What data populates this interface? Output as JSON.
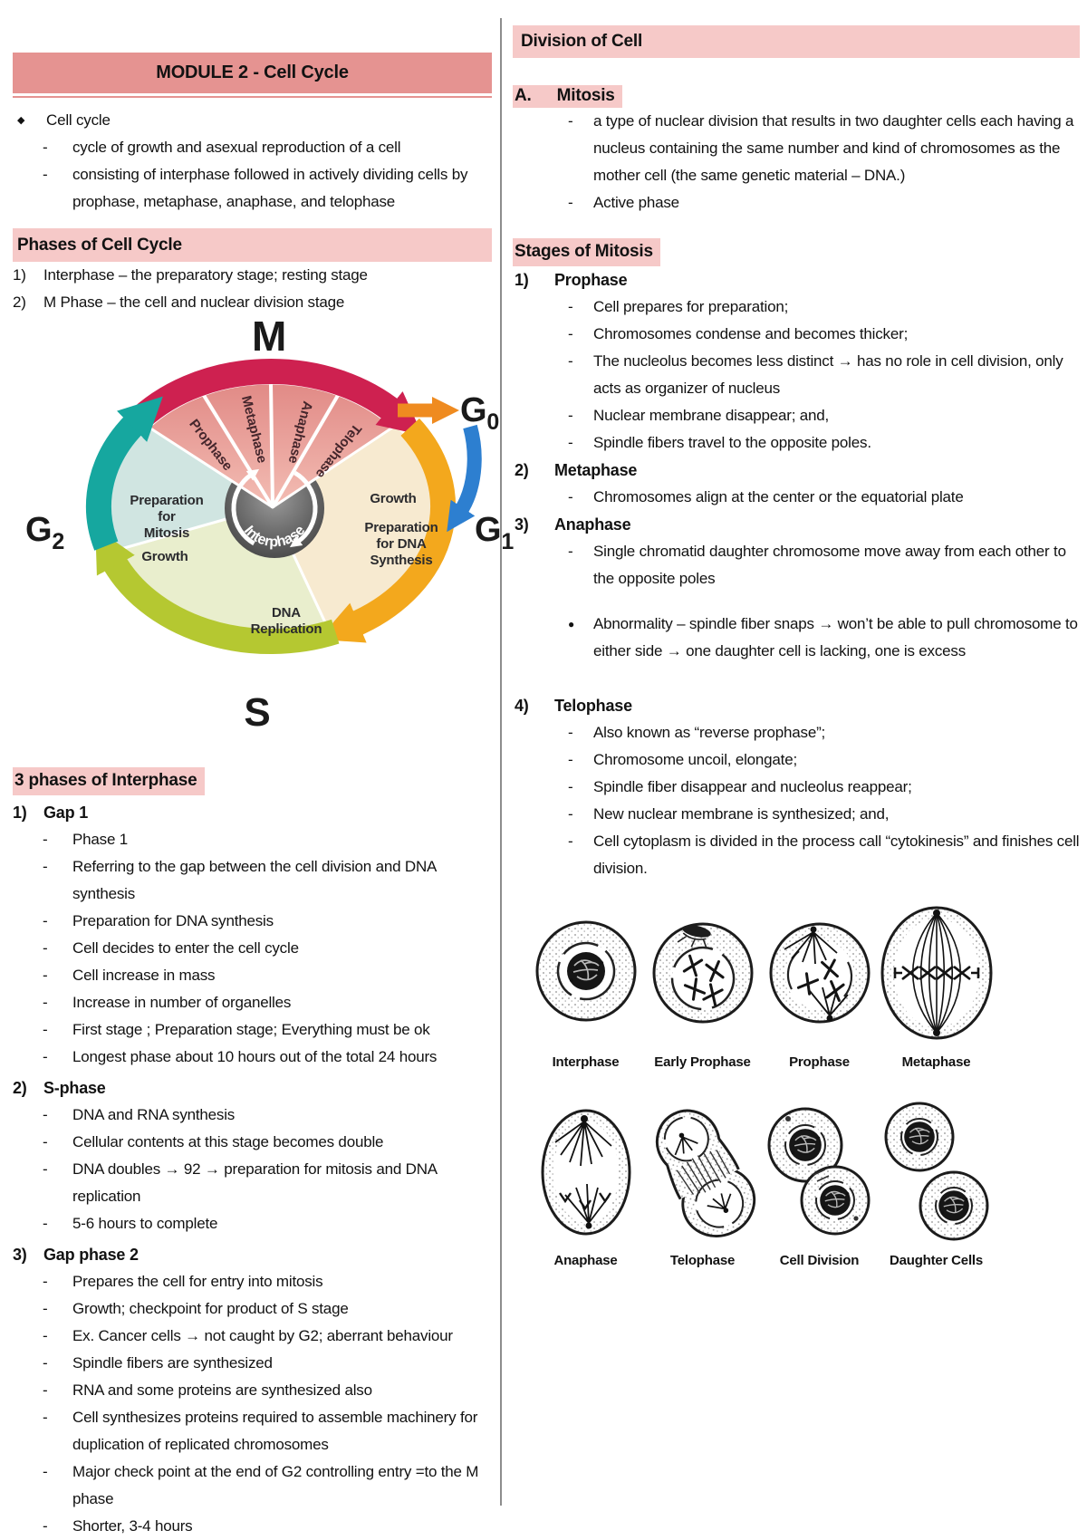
{
  "markers": {
    "bullet": "◆",
    "dash": "-",
    "note_bullet": "●"
  },
  "left": {
    "module_header": "MODULE 2 - Cell Cycle",
    "cell_cycle": {
      "title": "Cell cycle",
      "items": [
        "cycle of growth and asexual reproduction of a cell",
        "consisting of interphase followed in actively dividing cells by prophase, metaphase, anaphase, and telophase"
      ]
    },
    "phases_header": "Phases of Cell Cycle",
    "phases": [
      {
        "num": "1)",
        "text": "Interphase – the preparatory stage; resting stage"
      },
      {
        "num": "2)",
        "text": "M Phase – the cell and nuclear division stage"
      }
    ],
    "interphase_header": "3 phases of Interphase",
    "sections": [
      {
        "num": "1)",
        "title": "Gap 1",
        "items": [
          "Phase 1",
          "Referring to the gap between the cell division and DNA synthesis",
          "Preparation for DNA synthesis",
          "Cell decides to enter the cell cycle",
          "Cell increase in mass",
          "Increase in number of organelles",
          "First stage ; Preparation stage; Everything must be ok",
          "Longest phase about 10 hours out of the total 24 hours"
        ]
      },
      {
        "num": "2)",
        "title": "S-phase",
        "items": [
          "DNA and RNA synthesis",
          "Cellular contents at this stage becomes double",
          "DNA doubles → 92 → preparation for mitosis and DNA replication",
          "5-6 hours to complete"
        ]
      },
      {
        "num": "3)",
        "title": "Gap phase 2",
        "items": [
          "Prepares the cell for entry into mitosis",
          "Growth; checkpoint for product of S stage",
          "Ex. Cancer cells → not caught by G2; aberrant behaviour",
          "Spindle fibers are synthesized",
          "RNA and some proteins are synthesized also",
          "Cell synthesizes proteins required to assemble machinery for duplication of replicated chromosomes",
          "Major check point at the end of G2 controlling entry  =to the M phase",
          "Shorter, 3-4 hours"
        ]
      }
    ]
  },
  "right": {
    "division_header": "Division of Cell",
    "mitosis": {
      "letter": "A.",
      "title": "Mitosis",
      "items": [
        "a type of nuclear division that results in two daughter cells each having a nucleus containing the same number and kind of chromosomes as the mother cell (the same genetic material – DNA.)",
        "Active phase"
      ]
    },
    "stages_header": "Stages of Mitosis",
    "stages": [
      {
        "num": "1)",
        "title": "Prophase",
        "items": [
          "Cell prepares for preparation;",
          "Chromosomes condense and becomes thicker;",
          "The nucleolus becomes less distinct → has no role in cell division, only acts as organizer of nucleus",
          "Nuclear membrane disappear; and,",
          "Spindle fibers travel to the opposite poles."
        ]
      },
      {
        "num": "2)",
        "title": "Metaphase",
        "items": [
          "Chromosomes align at the center or the equatorial plate"
        ]
      },
      {
        "num": "3)",
        "title": "Anaphase",
        "items": [
          "Single chromatid daughter chromosome move away from each other to the opposite poles"
        ],
        "note": "Abnormality – spindle fiber snaps → won’t be able to pull chromosome to either side → one daughter cell is lacking, one is excess"
      },
      {
        "num": "4)",
        "title": "Telophase",
        "items": [
          "Also known as “reverse prophase”;",
          "Chromosome uncoil, elongate;",
          "Spindle fiber disappear and nucleolus reappear;",
          "New nuclear membrane is synthesized; and,",
          "Cell cytoplasm is divided in the process call “cytokinesis” and finishes cell division."
        ]
      }
    ],
    "figure": {
      "row1": [
        "Interphase",
        "Early Prophase",
        "Prophase",
        "Metaphase"
      ],
      "row2": [
        "Anaphase",
        "Telophase",
        "Cell Division",
        "Daughter Cells"
      ]
    }
  },
  "diagram": {
    "labels": {
      "m": "M",
      "g0": "G",
      "g0_sub": "0",
      "g1": "G",
      "g1_sub": "1",
      "g2": "G",
      "g2_sub": "2",
      "s": "S"
    },
    "wedges": [
      "Prophase",
      "Metaphase",
      "Anaphase",
      "Telophase"
    ],
    "g2_lines": [
      "Preparation",
      "for",
      "Mitosis",
      "Growth"
    ],
    "g1_lines": [
      "Growth",
      "Preparation",
      "for DNA",
      "Synthesis"
    ],
    "s_lines": [
      "DNA",
      "Replication"
    ],
    "center_label": "Interphase",
    "colors": {
      "module_bar": "#e59391",
      "highlight": "#f6c9c8",
      "divider": "#8d8d8d",
      "m_arc": "#ce2150",
      "m_wedge": "#eb9e9a",
      "g1_arc": "#f3a81d",
      "s_arc": "#b5c831",
      "g2_arc": "#16a79f",
      "g0_arrow": "#ef8b20",
      "g0_entry_arrow": "#2d7fd0",
      "g1_fill": "#f7ead0",
      "s_fill": "#e9eecd",
      "g2_fill": "#d0e5e1",
      "center_fill": "#555555"
    }
  }
}
